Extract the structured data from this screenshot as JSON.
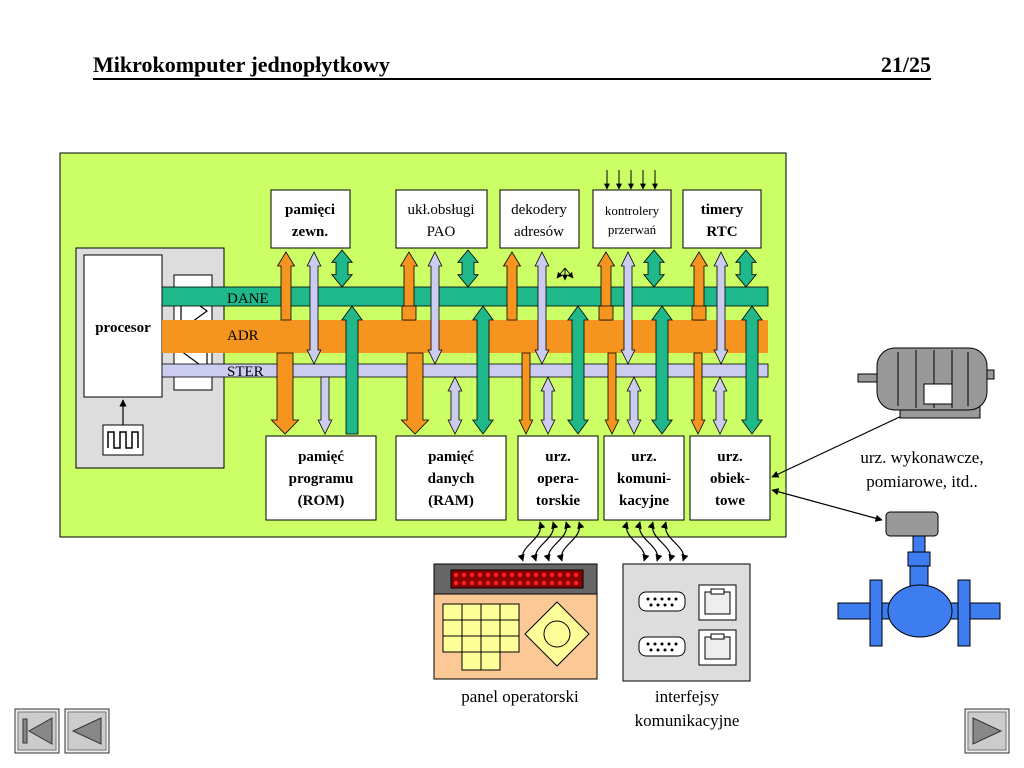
{
  "header": {
    "title": "Mikrokomputer jednopłytkowy",
    "page": "21/25"
  },
  "buses": {
    "data": "DANE",
    "address": "ADR",
    "control": "STER"
  },
  "processor": {
    "label": "procesor"
  },
  "top_blocks": {
    "external_memory": [
      "pamięci",
      "zewn."
    ],
    "ram_controller": [
      "ukł.obsługi",
      "PAO"
    ],
    "address_decoders": [
      "dekodery",
      "adresów"
    ],
    "interrupt_controllers": [
      "kontrolery",
      "przerwań"
    ],
    "timers": [
      "timery",
      "RTC"
    ]
  },
  "bottom_blocks": {
    "program_memory": [
      "pamięć",
      "programu",
      "(ROM)"
    ],
    "data_memory": [
      "pamięć",
      "danych",
      "(RAM)"
    ],
    "operator_devices": [
      "urz.",
      "opera-",
      "torskie"
    ],
    "communication_devices": [
      "urz.",
      "komuni-",
      "kacyjne"
    ],
    "object_devices": [
      "urz.",
      "obiek-",
      "towe"
    ]
  },
  "external": {
    "actuators": [
      "urz. wykonawcze,",
      "pomiarowe, itd.."
    ],
    "operator_panel": "panel operatorski",
    "interfaces": [
      "interfejsy",
      "komunikacyjne"
    ]
  },
  "colors": {
    "board": "#ccff66",
    "data_bus": "#1fb88a",
    "address_bus": "#f5941e",
    "control_bus": "#ccccf0",
    "processor_panel": "#dddddd",
    "operator_panel": "#fbc896",
    "keypad": "#ffff99",
    "motor": "#999999",
    "valve": "#3d7df0"
  },
  "navigation": {
    "first_icon": "first-page-icon",
    "prev_icon": "previous-page-icon",
    "next_icon": "next-page-icon"
  }
}
